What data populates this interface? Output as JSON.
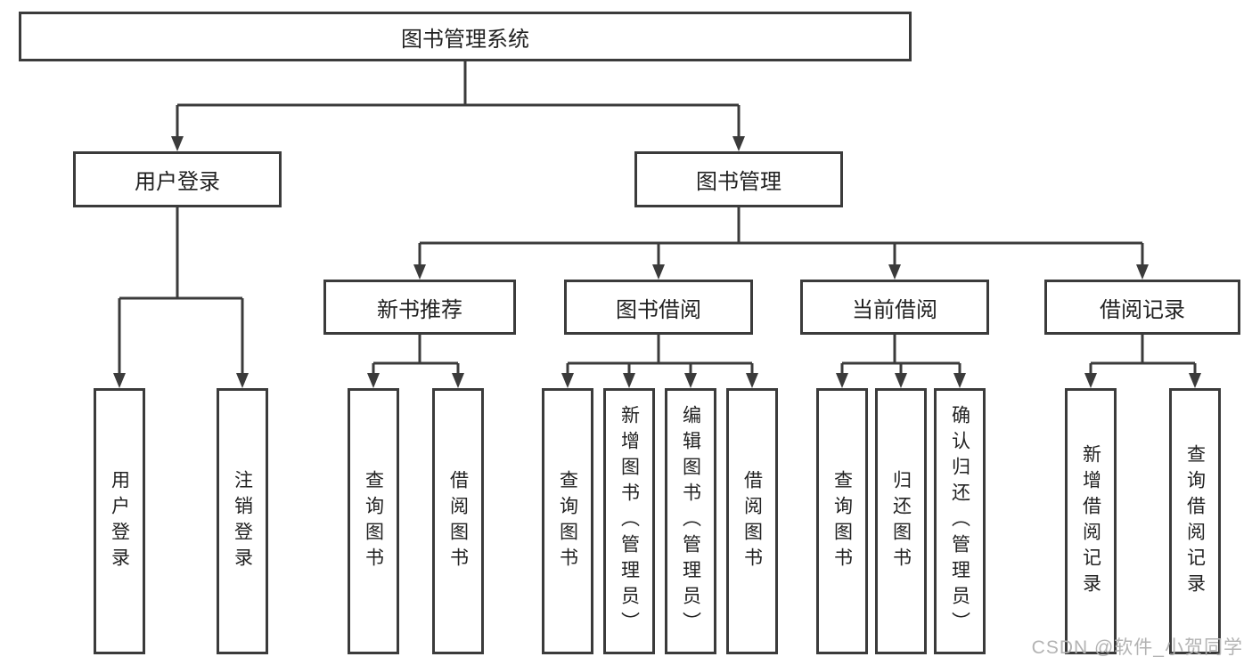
{
  "tree": {
    "label": "图书管理系统",
    "children": [
      {
        "label": "用户登录",
        "children": [
          {
            "label": "用户登录"
          },
          {
            "label": "注销登录"
          }
        ]
      },
      {
        "label": "图书管理",
        "children": [
          {
            "label": "新书推荐",
            "children": [
              {
                "label": "查询图书"
              },
              {
                "label": "借阅图书"
              }
            ]
          },
          {
            "label": "图书借阅",
            "children": [
              {
                "label": "查询图书"
              },
              {
                "label": "新增图书（管理员）"
              },
              {
                "label": "编辑图书（管理员）"
              },
              {
                "label": "借阅图书"
              }
            ]
          },
          {
            "label": "当前借阅",
            "children": [
              {
                "label": "查询图书"
              },
              {
                "label": "归还图书"
              },
              {
                "label": "确认归还（管理员）"
              }
            ]
          },
          {
            "label": "借阅记录",
            "children": [
              {
                "label": "新增借阅记录"
              },
              {
                "label": "查询借阅记录"
              }
            ]
          }
        ]
      }
    ]
  },
  "watermark": {
    "text": "CSDN @软件_小贺同学"
  },
  "colors": {
    "line": "#3b3b3b",
    "text": "#222222",
    "background": "#ffffff",
    "watermark": "#b3b3b3"
  }
}
